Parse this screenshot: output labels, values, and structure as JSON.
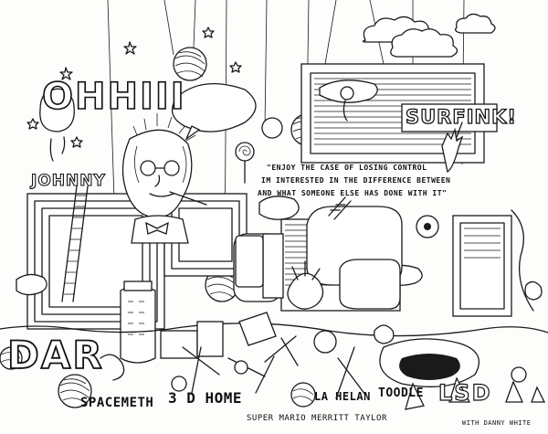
{
  "artwork": {
    "texts": {
      "ohhi": "OHHIII",
      "surfink": "SURFINK!",
      "johnny": "JOHNNY",
      "quote_line1": "\"ENJOY THE CASE OF LOSING CONTROL",
      "quote_line2": "IM INTERESTED IN THE DIFFERENCE BETWEEN",
      "quote_line3": "AND WHAT SOMEONE ELSE HAS DONE WITH IT\"",
      "dar": "DAR",
      "spacemeth": "SPACEMETH",
      "three_d_home": "3 D HOME",
      "la_helan": "LA HELAN",
      "toodle": "TOODLE",
      "lsd": "LSD",
      "super_mario": "SUPER MARIO MERRITT TAYLOR",
      "signature": "WITH DANNY WHITE"
    },
    "colors": {
      "ink": "#1a1a1a",
      "paper": "#fdfdfb"
    }
  }
}
